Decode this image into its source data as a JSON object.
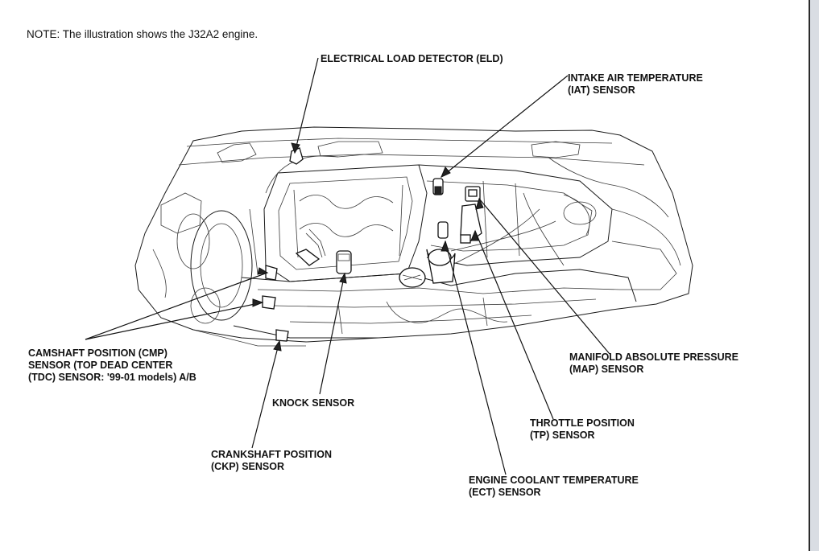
{
  "note": "NOTE: The illustration shows the J32A2 engine.",
  "labels": {
    "eld": [
      "ELECTRICAL LOAD DETECTOR (ELD)"
    ],
    "iat": [
      "INTAKE AIR TEMPERATURE",
      "(IAT) SENSOR"
    ],
    "cmp": [
      "CAMSHAFT POSITION (CMP)",
      "SENSOR (TOP DEAD CENTER",
      "(TDC) SENSOR: '99-01 models) A/B"
    ],
    "knock": [
      "KNOCK SENSOR"
    ],
    "ckp": [
      "CRANKSHAFT POSITION",
      "(CKP) SENSOR"
    ],
    "map": [
      "MANIFOLD ABSOLUTE PRESSURE",
      "(MAP) SENSOR"
    ],
    "tp": [
      "THROTTLE POSITION",
      "(TP) SENSOR"
    ],
    "ect": [
      "ENGINE COOLANT TEMPERATURE",
      "(ECT) SENSOR"
    ]
  }
}
